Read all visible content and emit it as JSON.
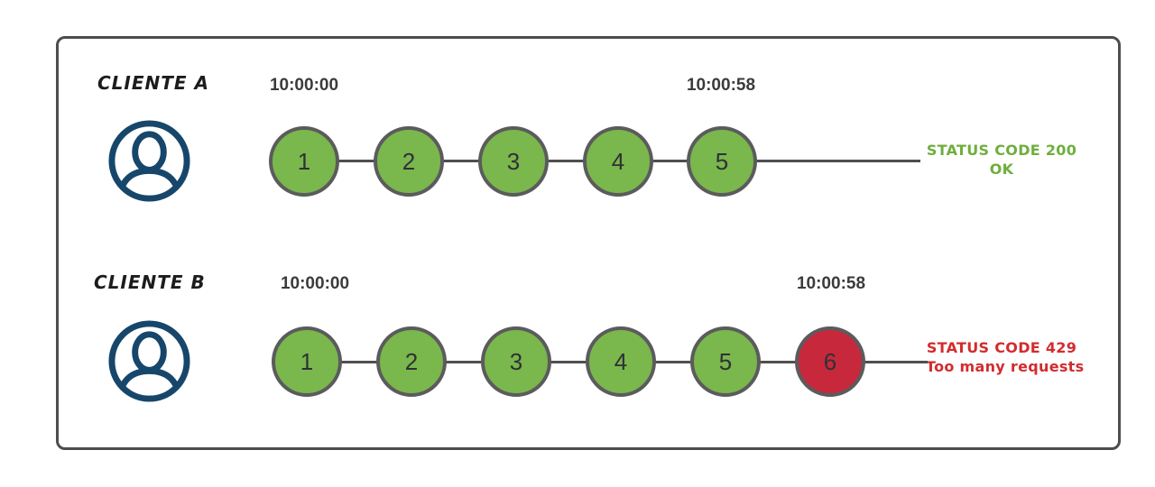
{
  "colors": {
    "panel_border": "#4d4d4d",
    "circle_ok_fill": "#7ab74c",
    "circle_blocked_fill": "#c8283c",
    "circle_border": "#5b5b5d",
    "timeline_line": "#4f4f51",
    "status_ok_text": "#6fae3e",
    "status_error_text": "#d22c2e",
    "avatar_icon": "#17466b",
    "timestamp_text": "#3b3b3b",
    "client_label_text": "#1c1c1c"
  },
  "clients": [
    {
      "name": "CLIENTE A",
      "avatar_icon": "user-avatar-icon",
      "start_time": "10:00:00",
      "end_time": "10:00:58",
      "requests": [
        {
          "label": "1",
          "state": "ok"
        },
        {
          "label": "2",
          "state": "ok"
        },
        {
          "label": "3",
          "state": "ok"
        },
        {
          "label": "4",
          "state": "ok"
        },
        {
          "label": "5",
          "state": "ok"
        }
      ],
      "status_code_line": "STATUS CODE 200",
      "status_detail_line": "OK"
    },
    {
      "name": "CLIENTE B",
      "avatar_icon": "user-avatar-icon",
      "start_time": "10:00:00",
      "end_time": "10:00:58",
      "requests": [
        {
          "label": "1",
          "state": "ok"
        },
        {
          "label": "2",
          "state": "ok"
        },
        {
          "label": "3",
          "state": "ok"
        },
        {
          "label": "4",
          "state": "ok"
        },
        {
          "label": "5",
          "state": "ok"
        },
        {
          "label": "6",
          "state": "blocked"
        }
      ],
      "status_code_line": "STATUS CODE 429",
      "status_detail_line": "Too many requests"
    }
  ]
}
